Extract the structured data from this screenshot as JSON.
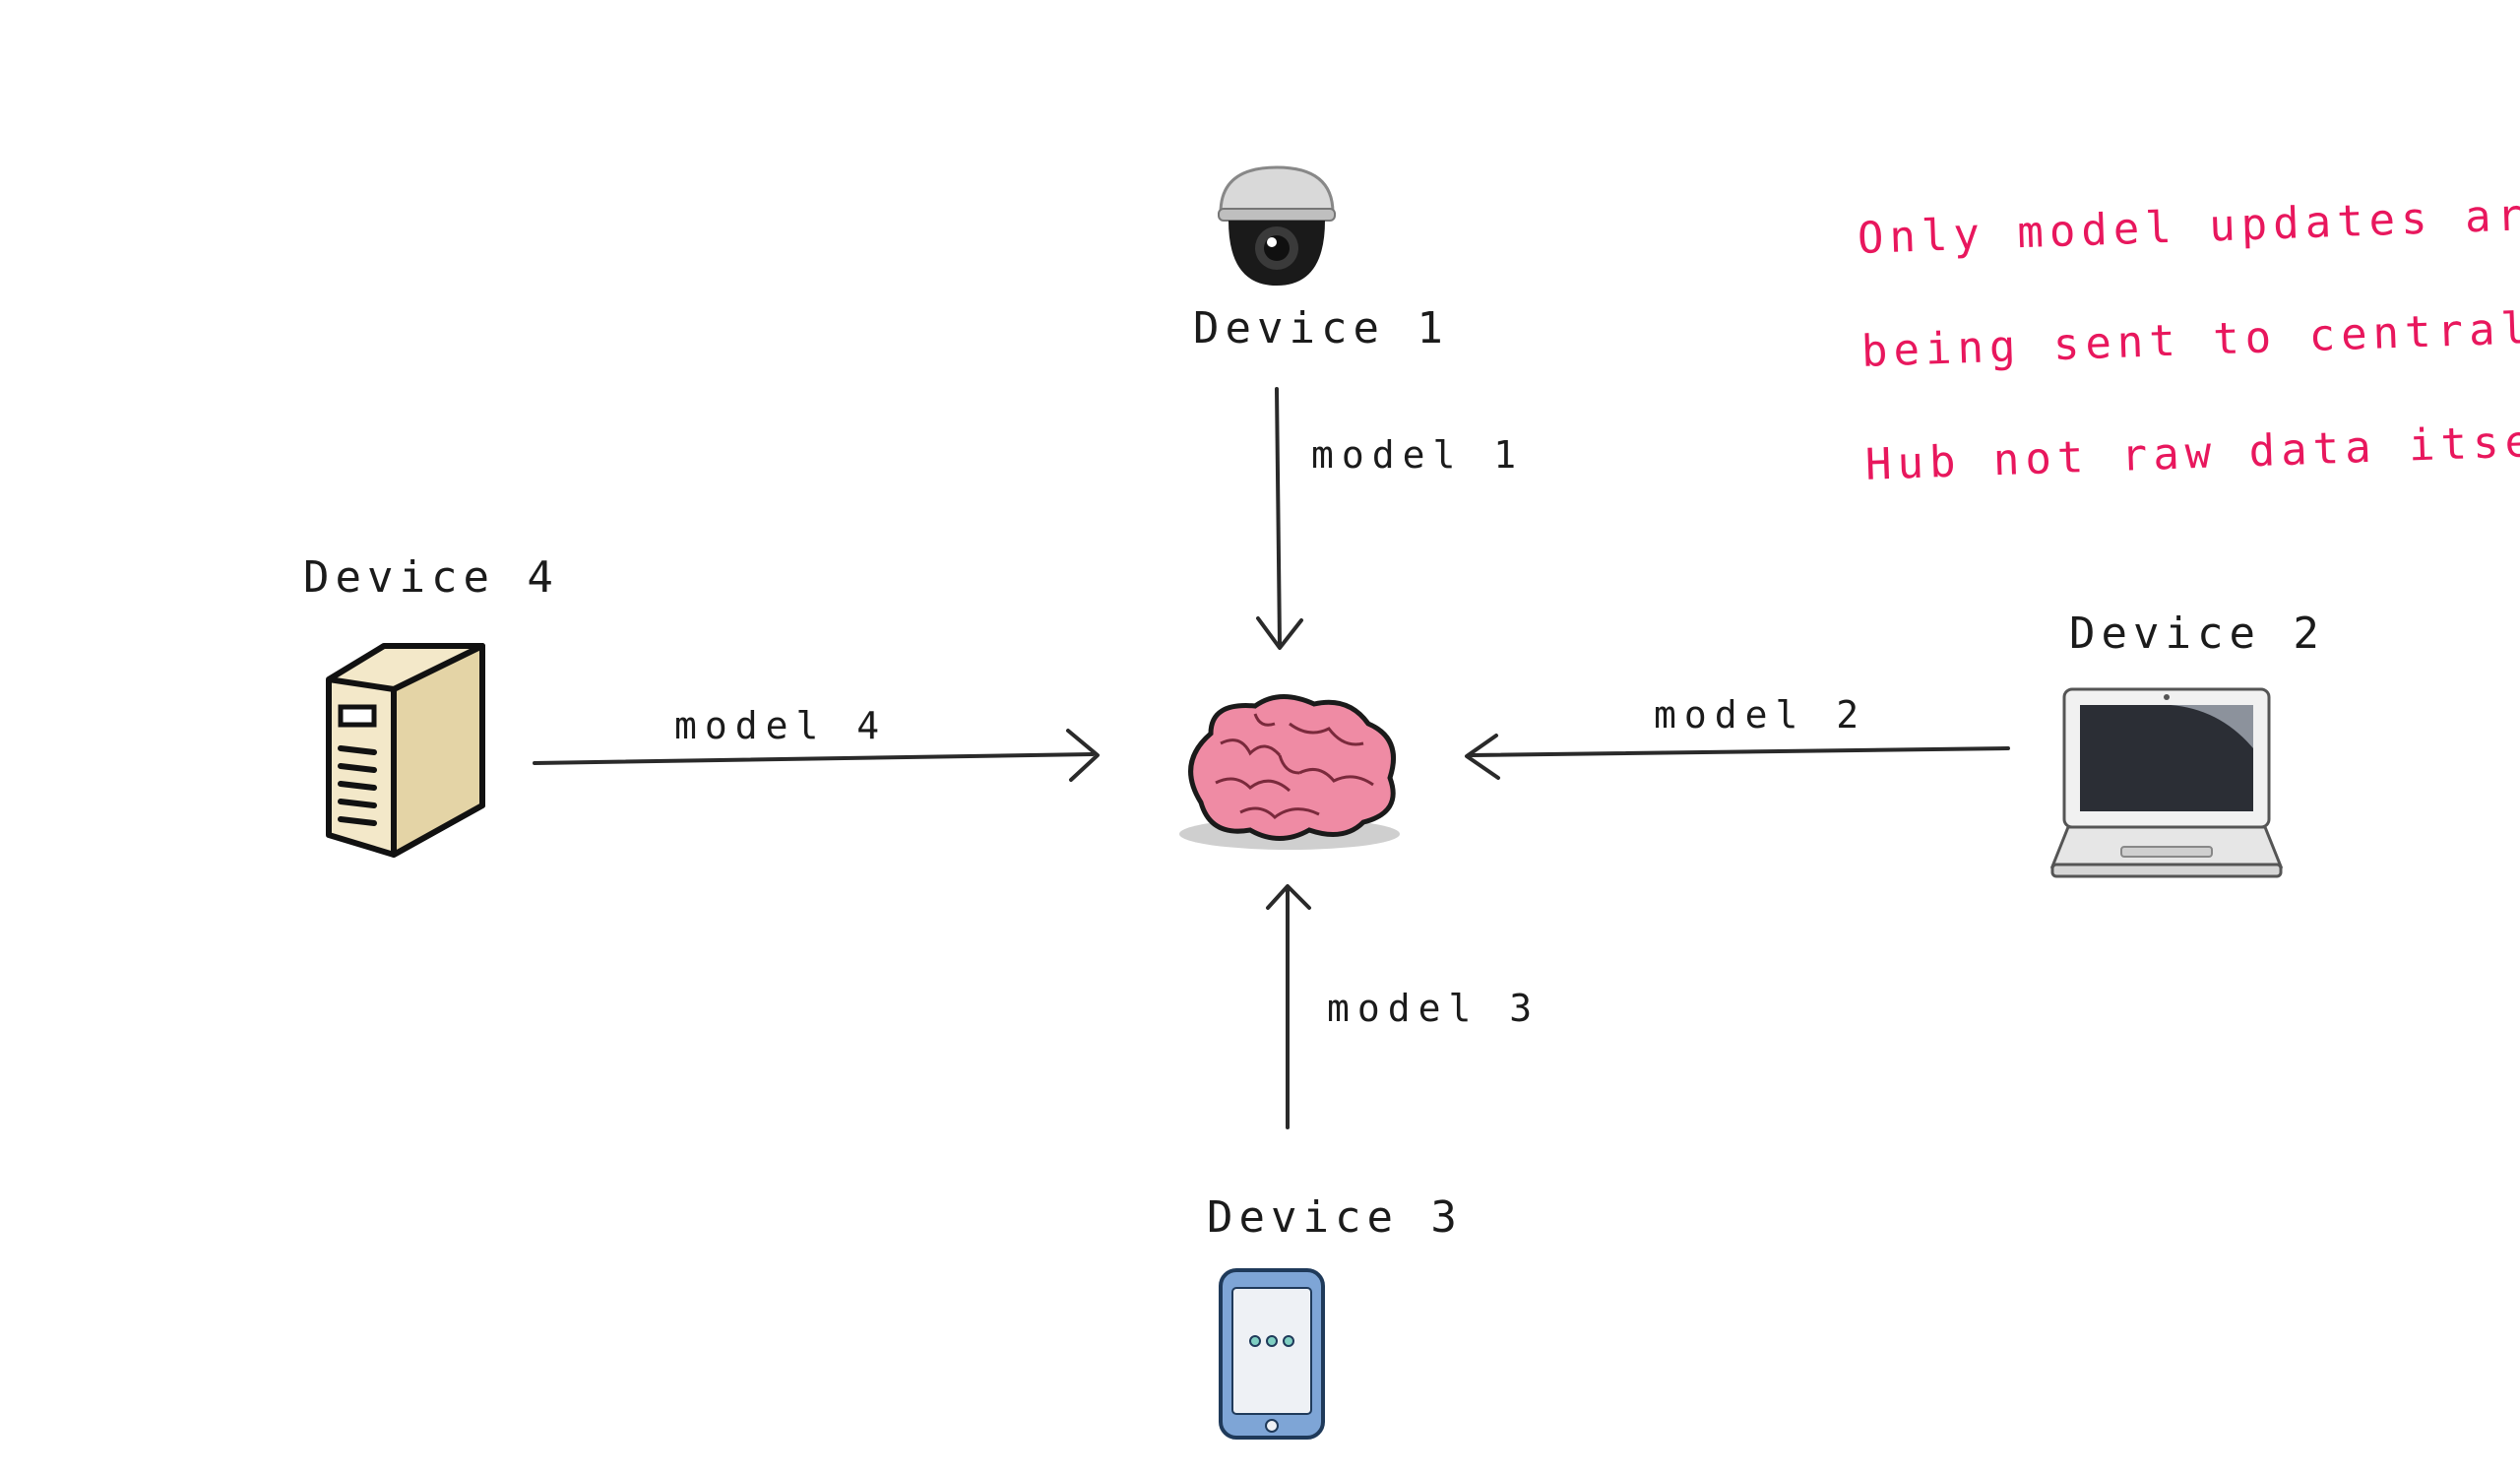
{
  "hub": {
    "icon": "brain-icon",
    "brain_color": "#ef8ba4"
  },
  "devices": [
    {
      "label": "Device 1",
      "icon": "security-camera-icon",
      "edge_label": "model 1"
    },
    {
      "label": "Device 2",
      "icon": "laptop-icon",
      "edge_label": "model 2"
    },
    {
      "label": "Device 3",
      "icon": "smartphone-icon",
      "edge_label": "model 3"
    },
    {
      "label": "Device 4",
      "icon": "server-tower-icon",
      "edge_label": "model 4"
    }
  ],
  "note": {
    "lines": [
      "Only model updates are",
      "being sent to central",
      "Hub not raw data itself"
    ],
    "color": "#e8175d"
  }
}
